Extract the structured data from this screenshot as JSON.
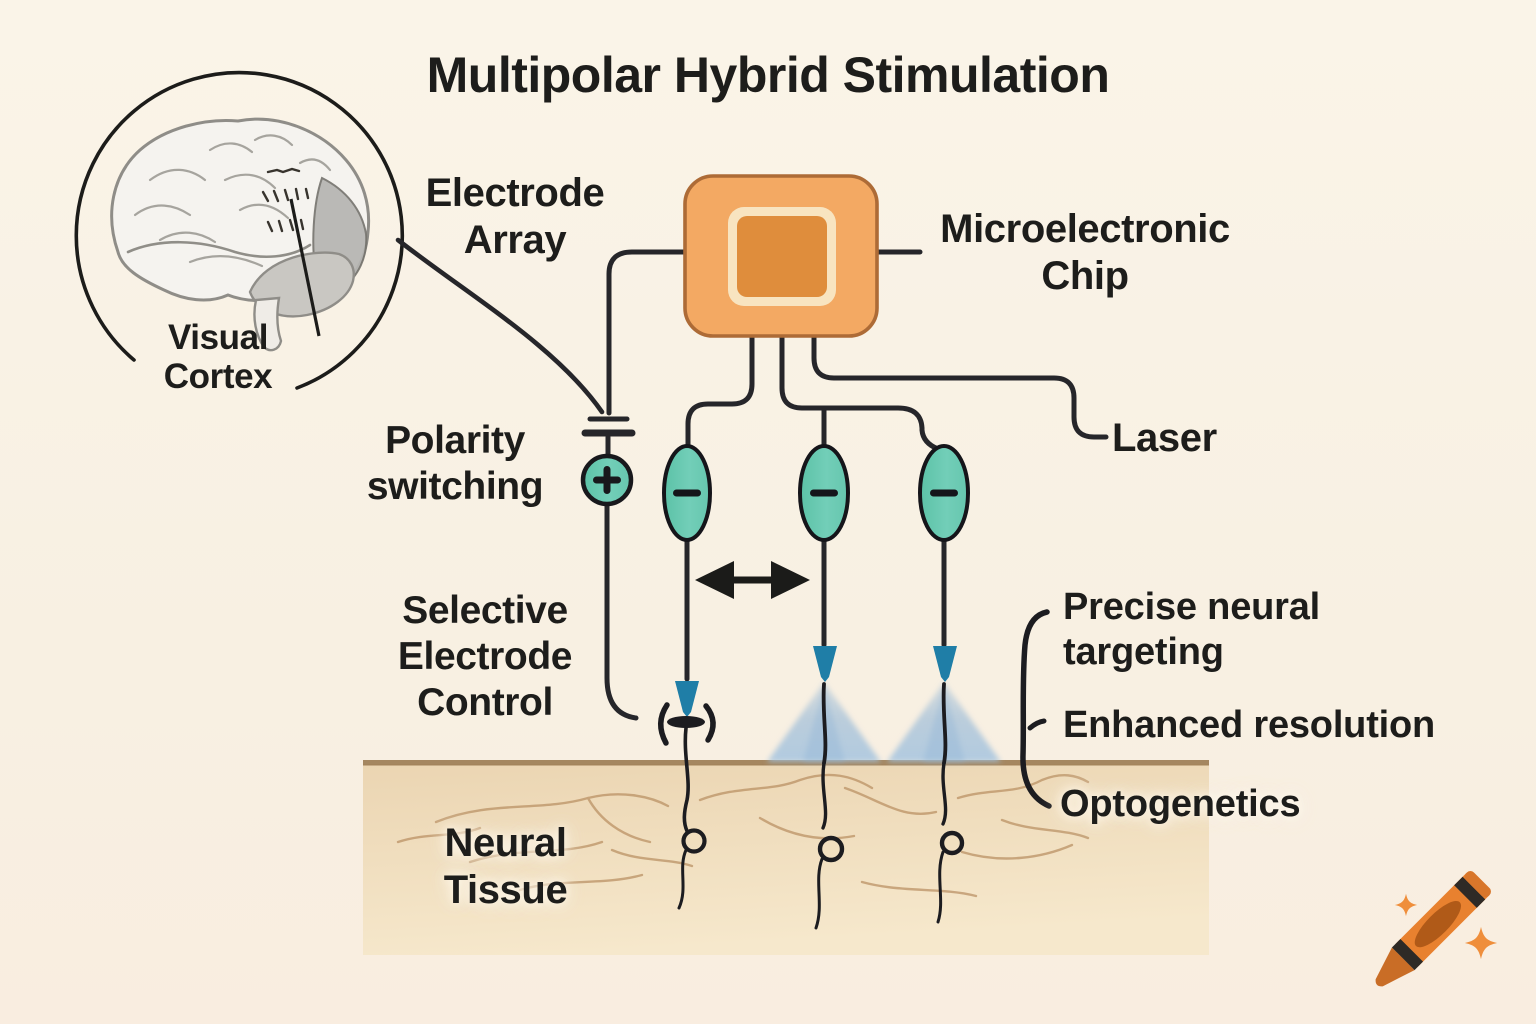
{
  "title": "Multipolar Hybrid Stimulation",
  "brain_inset": {
    "label": "Visual\nCortex",
    "description_icon": "brain-sketch"
  },
  "components": {
    "electrode_array": "Electrode\nArray",
    "polarity_switching": "Polarity\nswitching",
    "selective_electrode_control": "Selective\nElectrode\nControl",
    "microelectronic_chip": "Microelectronic\nChip",
    "laser": "Laser",
    "neural_tissue": "Neural\nTissue"
  },
  "benefits": [
    "Precise neural\ntargeting",
    "Enhanced resolution",
    "Optogenetics"
  ],
  "symbols": {
    "positive_electrode": "+",
    "negative_electrode": "−",
    "negative_electrode_count": 3
  },
  "icons": {
    "watermark": "orange-crayon-with-sparkles",
    "positive_contact": "plus-icon",
    "negative_contact": "minus-icon",
    "stimulation_direction": "down-arrow-icon",
    "electrode_spacing": "left-right-arrow-icon",
    "tip_contact": "bracket-contact-icon"
  },
  "colors": {
    "background": "#f8f1e4",
    "chip_body": "#f3a963",
    "chip_core": "#df8d3c",
    "chip_ring": "#f8e4c0",
    "chip_border": "#ad6b36",
    "electrode_teal": "#68c8b0",
    "arrow_blue": "#1f7ea7",
    "light_cone": "#9cc0de",
    "tissue": "#eed9b8",
    "tissue_border": "#9b7b52",
    "wire": "#26262a",
    "text": "#1d1d1b",
    "crayon_orange": "#e8812f"
  }
}
